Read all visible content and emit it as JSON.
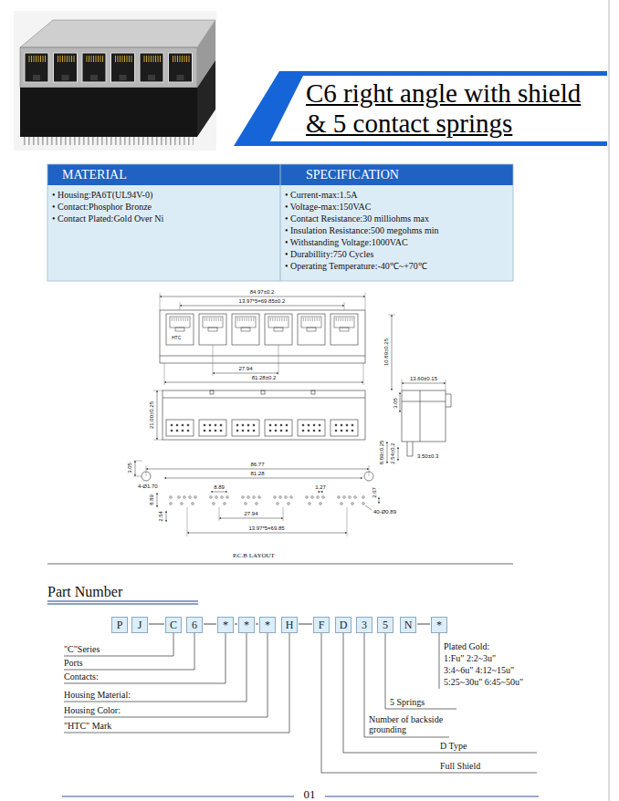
{
  "diagram": {
    "title": "C6 right angle with shield & 5 contact springs",
    "nodes": [
      {
        "text": [
          "P"
        ]
      },
      {
        "text": [
          "J"
        ]
      },
      {
        "text": [
          "C"
        ]
      },
      {
        "text": [
          "6"
        ]
      },
      {
        "text": [
          "*"
        ]
      },
      {
        "text": [
          "*"
        ]
      },
      {
        "text": [
          "*"
        ]
      },
      {
        "text": [
          "H"
        ]
      },
      {
        "text": [
          "F"
        ]
      },
      {
        "text": [
          "D"
        ]
      },
      {
        "text": [
          "3"
        ]
      },
      {
        "text": [
          "5"
        ]
      },
      {
        "text": [
          "N"
        ]
      },
      {
        "text": [
          "*"
        ]
      }
    ],
    "labels": [
      "MATERIAL",
      "SPECIFICATION",
      "• Housing:PA6T(UL94V-0)",
      "• Contact:Phosphor Bronze",
      "• Contact Plated:Gold Over Ni",
      "• Current-max:1.5A",
      "• Voltage-max:150VAC",
      "• Contact Resistance:30 milliohms max",
      "• Insulation Resistance:500 megohms min",
      "• Withstanding Voltage:1000VAC",
      "• Durabillity:750 Cycles",
      "• Operating Temperature:-40℃~+70℃",
      "84.97±0.2",
      "13.97*5=69.85±0.2",
      "27.94",
      "81.28±0.2",
      "HTC",
      "21.00±0.25",
      "13.60±0.15",
      "10.89±0.25",
      "3.05",
      "8.89±0.25",
      "2.54±0.2",
      "3.50±0.3",
      "3.05",
      "4-Ø1.70",
      "86.77",
      "81.28",
      "8.89",
      "1.27",
      "2.67",
      "8.89",
      "2.54",
      "27.94",
      "13.97*5=69.85",
      "40-Ø0.89",
      "P.C.B LAYOUT",
      "Part Number",
      "\"C\"Series",
      "Ports",
      "Contacts:",
      "Housing Material:",
      "Housing Color:",
      "\"HTC\" Mark",
      "Plated Gold:",
      "1:Fu\" 2:2~3u\"",
      "3:4~6u\" 4:12~15u\"",
      "5:25~30u\" 6:45~50u\"",
      "5 Springs",
      "Number of backside grounding",
      "D Type",
      "Full Shield",
      "01"
    ]
  }
}
